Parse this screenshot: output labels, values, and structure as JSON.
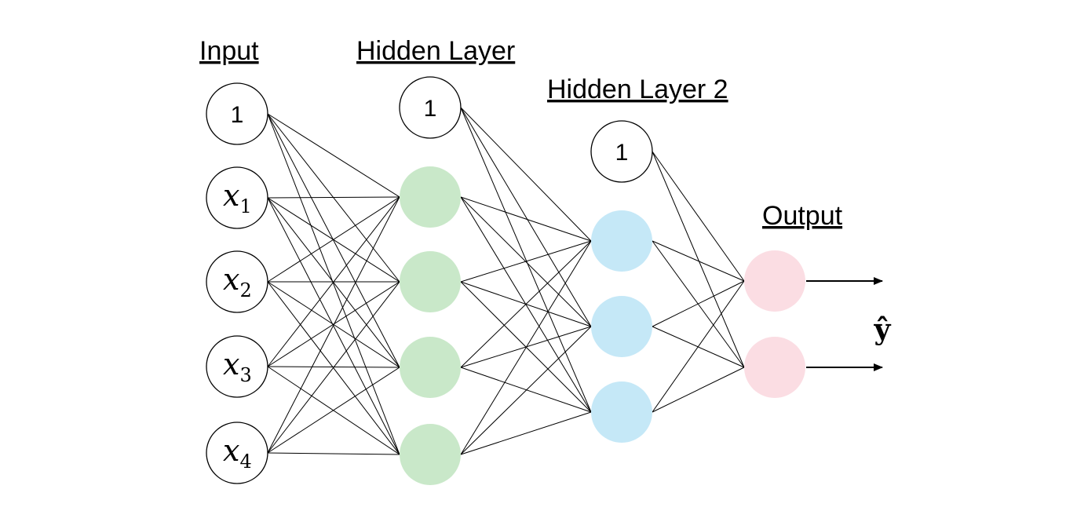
{
  "labels": {
    "input": "Input",
    "hidden1": "Hidden Layer",
    "hidden2": "Hidden Layer 2",
    "output": "Output",
    "yhat": "ŷ"
  },
  "input_nodes": [
    {
      "text": "1",
      "var": "",
      "sub": ""
    },
    {
      "text": "",
      "var": "x",
      "sub": "1"
    },
    {
      "text": "",
      "var": "x",
      "sub": "2"
    },
    {
      "text": "",
      "var": "x",
      "sub": "3"
    },
    {
      "text": "",
      "var": "x",
      "sub": "4"
    }
  ],
  "hidden1_bias": "1",
  "hidden2_bias": "1",
  "colors": {
    "hidden1": "#c9e8c9",
    "hidden2": "#c5e8f7",
    "output": "#fbdde3"
  }
}
